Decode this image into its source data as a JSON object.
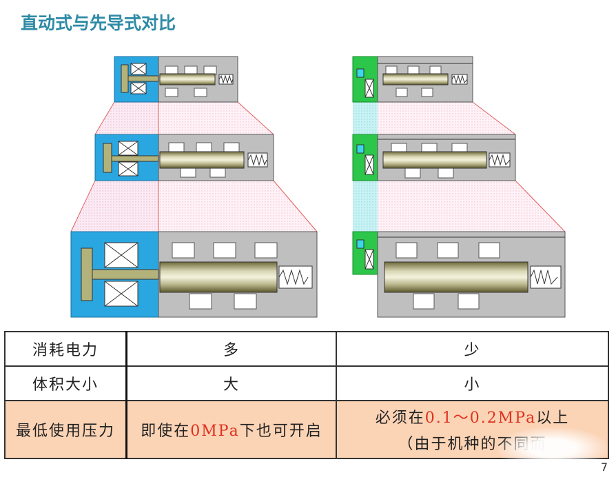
{
  "title": "直动式与先导式对比",
  "table": {
    "rows": [
      {
        "label": "消耗电力",
        "direct": "多",
        "pilot": "少"
      },
      {
        "label": "体积大小",
        "direct": "大",
        "pilot": "小"
      },
      {
        "label": "最低使用压力",
        "direct": {
          "pre": "即使在",
          "hl": "0MPa",
          "post": "下也可开启"
        },
        "pilot": {
          "pre": "必须在",
          "hl": "0.1～0.2MPa",
          "post": "以上",
          "line2": "（由于机种的不同而"
        }
      }
    ]
  },
  "page_number": "7",
  "colors": {
    "title": "#2d8aa6",
    "highlight": "#e0301e",
    "row3_bg": "#fbd3b5",
    "coil_blue": "#2aa6e0",
    "coil_green": "#2bc64a"
  }
}
